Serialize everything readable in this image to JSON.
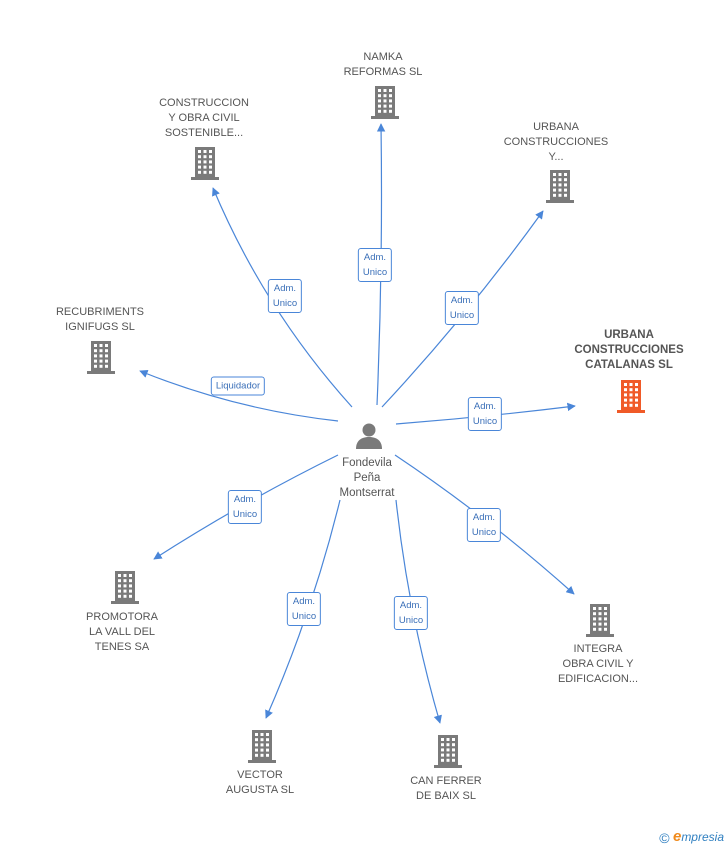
{
  "colors": {
    "edge": "#4a86d8",
    "building": "#7a7a7a",
    "building_highlight": "#f05a28",
    "person": "#7a7a7a"
  },
  "center": {
    "name_lines": [
      "Fondevila",
      "Peña",
      "Montserrat"
    ],
    "icon": "person-icon"
  },
  "companies": [
    {
      "id": "namka",
      "lines": [
        "NAMKA",
        "REFORMAS SL"
      ],
      "highlight": false,
      "icon": "building-icon"
    },
    {
      "id": "construccion-obra",
      "lines": [
        "CONSTRUCCION",
        "Y OBRA CIVIL",
        "SOSTENIBLE..."
      ],
      "highlight": false,
      "icon": "building-icon"
    },
    {
      "id": "urbana-y",
      "lines": [
        "URBANA",
        "CONSTRUCCIONES",
        "Y..."
      ],
      "highlight": false,
      "icon": "building-icon"
    },
    {
      "id": "recubriments",
      "lines": [
        "RECUBRIMENTS",
        "IGNIFUGS  SL"
      ],
      "highlight": false,
      "icon": "building-icon"
    },
    {
      "id": "urbana-catalanas",
      "lines": [
        "URBANA",
        "CONSTRUCCIONES",
        "CATALANAS SL"
      ],
      "highlight": true,
      "icon": "building-icon"
    },
    {
      "id": "promotora",
      "lines": [
        "PROMOTORA",
        "LA VALL DEL",
        "TENES SA"
      ],
      "highlight": false,
      "icon": "building-icon"
    },
    {
      "id": "integra",
      "lines": [
        "INTEGRA",
        "OBRA CIVIL Y",
        "EDIFICACION..."
      ],
      "highlight": false,
      "icon": "building-icon"
    },
    {
      "id": "vector",
      "lines": [
        "VECTOR",
        "AUGUSTA  SL"
      ],
      "highlight": false,
      "icon": "building-icon"
    },
    {
      "id": "can-ferrer",
      "lines": [
        "CAN FERRER",
        "DE BAIX SL"
      ],
      "highlight": false,
      "icon": "building-icon"
    }
  ],
  "edges": [
    {
      "to": "namka",
      "lines": [
        "Adm.",
        "Unico"
      ]
    },
    {
      "to": "construccion-obra",
      "lines": [
        "Adm.",
        "Unico"
      ]
    },
    {
      "to": "urbana-y",
      "lines": [
        "Adm.",
        "Unico"
      ]
    },
    {
      "to": "recubriments",
      "lines": [
        "Liquidador"
      ]
    },
    {
      "to": "urbana-catalanas",
      "lines": [
        "Adm.",
        "Unico"
      ]
    },
    {
      "to": "promotora",
      "lines": [
        "Adm.",
        "Unico"
      ]
    },
    {
      "to": "integra",
      "lines": [
        "Adm.",
        "Unico"
      ]
    },
    {
      "to": "vector",
      "lines": [
        "Adm.",
        "Unico"
      ]
    },
    {
      "to": "can-ferrer",
      "lines": [
        "Adm.",
        "Unico"
      ]
    }
  ],
  "footer": {
    "copyright": "©",
    "brand_first": "e",
    "brand_rest": "mpresia"
  }
}
